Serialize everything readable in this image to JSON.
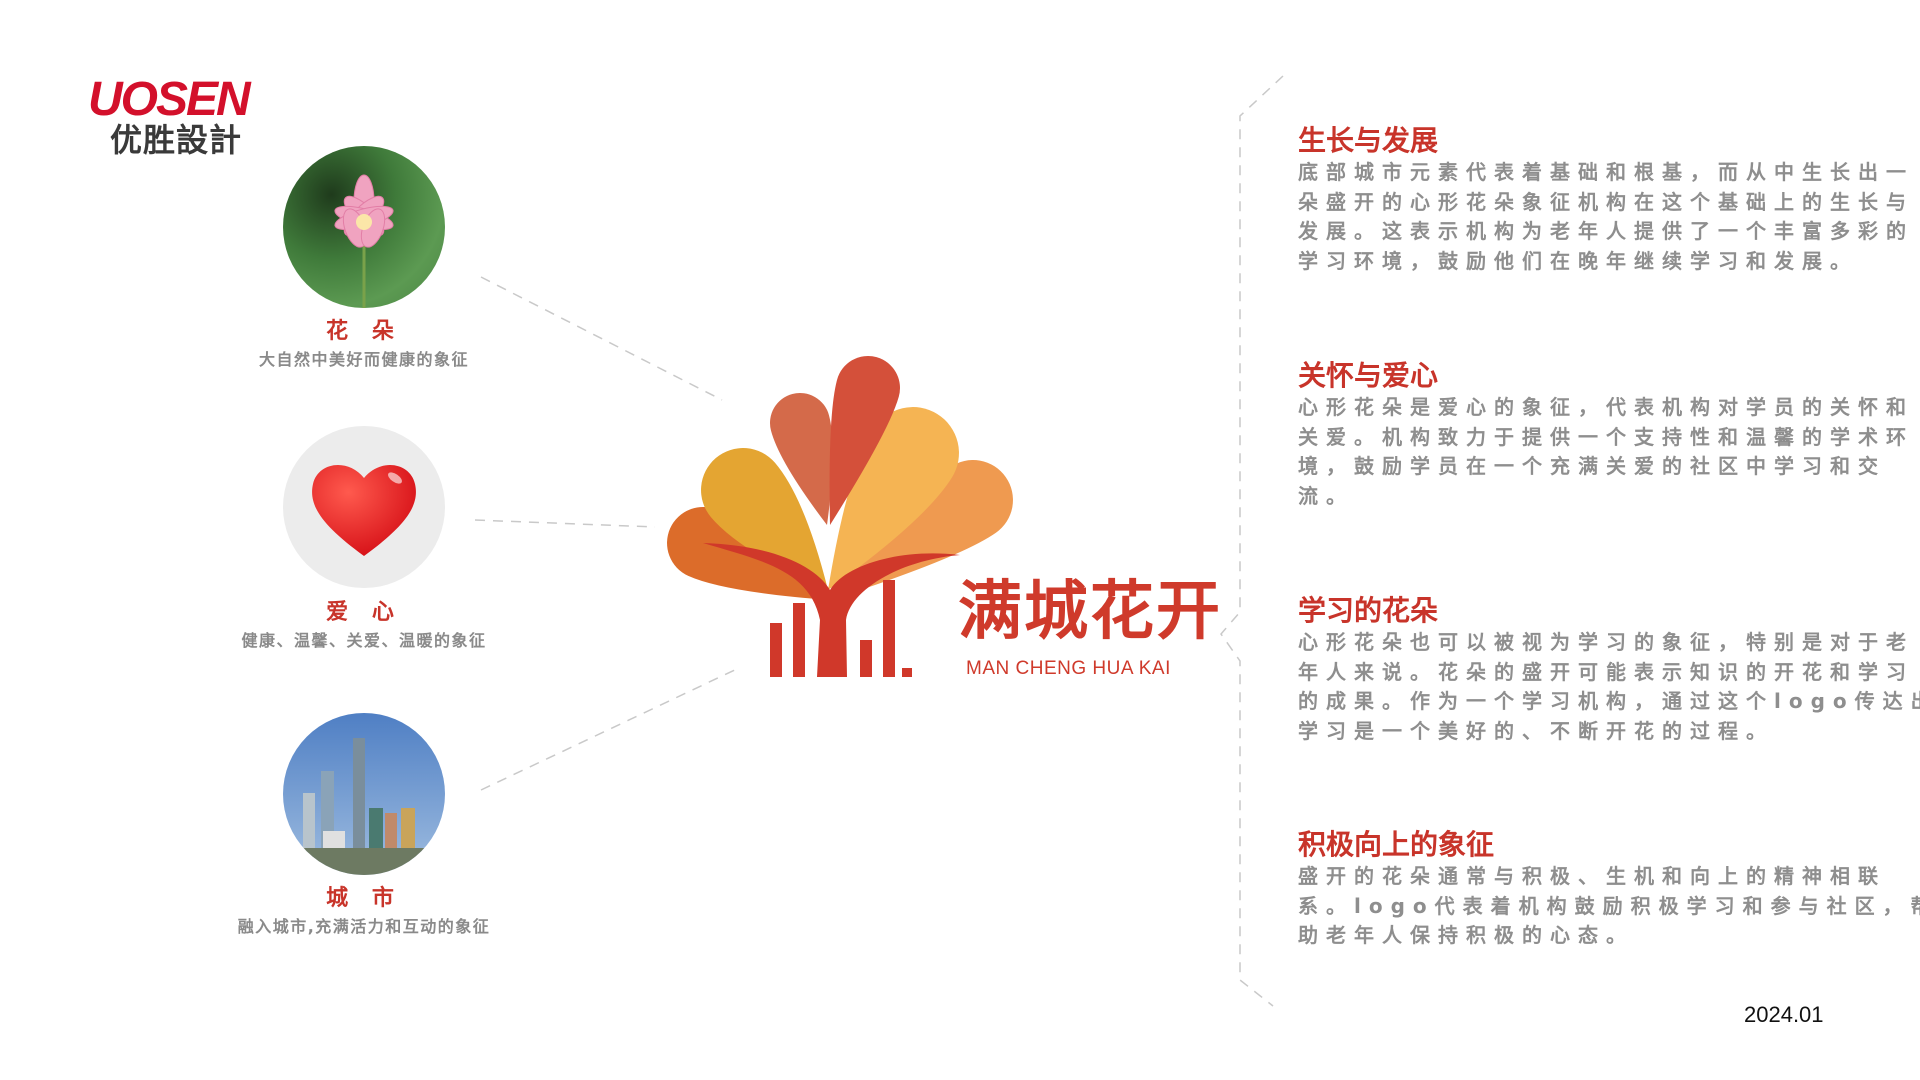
{
  "brand": {
    "name_en": "UOSEN",
    "name_cn": "优胜設計",
    "color": "#d3102b"
  },
  "elements": [
    {
      "title": "花 朵",
      "subtitle": "大自然中美好而健康的象征",
      "icon": "lotus-flower-photo"
    },
    {
      "title": "爱 心",
      "subtitle": "健康、温馨、关爱、温暖的象征",
      "icon": "heart-icon"
    },
    {
      "title": "城 市",
      "subtitle": "融入城市,充满活力和互动的象征",
      "icon": "city-skyline-photo"
    }
  ],
  "logo": {
    "name_cn": "满城花开",
    "name_en": "MAN CHENG HUA KAI",
    "accent": "#cf3a2b"
  },
  "meanings": [
    {
      "title": "生长与发展",
      "lines": [
        "底部城市元素代表着基础和根基，而从中生长出一",
        "朵盛开的心形花朵象征机构在这个基础上的生长与",
        "发展。这表示机构为老年人提供了一个丰富多彩的",
        "学习环境，鼓励他们在晚年继续学习和发展。"
      ]
    },
    {
      "title": "关怀与爱心",
      "lines": [
        "心形花朵是爱心的象征，代表机构对学员的关怀和",
        "关爱。机构致力于提供一个支持性和温馨的学术环",
        "境，鼓励学员在一个充满关爱的社区中学习和交",
        "流。"
      ]
    },
    {
      "title": "学习的花朵",
      "lines": [
        "心形花朵也可以被视为学习的象征，特别是对于老",
        "年人来说。花朵的盛开可能表示知识的开花和学习",
        "的成果。作为一个学习机构，通过这个logo传达出",
        "学习是一个美好的、不断开花的过程。"
      ]
    },
    {
      "title": "积极向上的象征",
      "lines": [
        "盛开的花朵通常与积极、生机和向上的精神相联",
        "系。logo代表着机构鼓励积极学习和参与社区，帮",
        "助老年人保持积极的心态。"
      ]
    }
  ],
  "date": "2024.01"
}
